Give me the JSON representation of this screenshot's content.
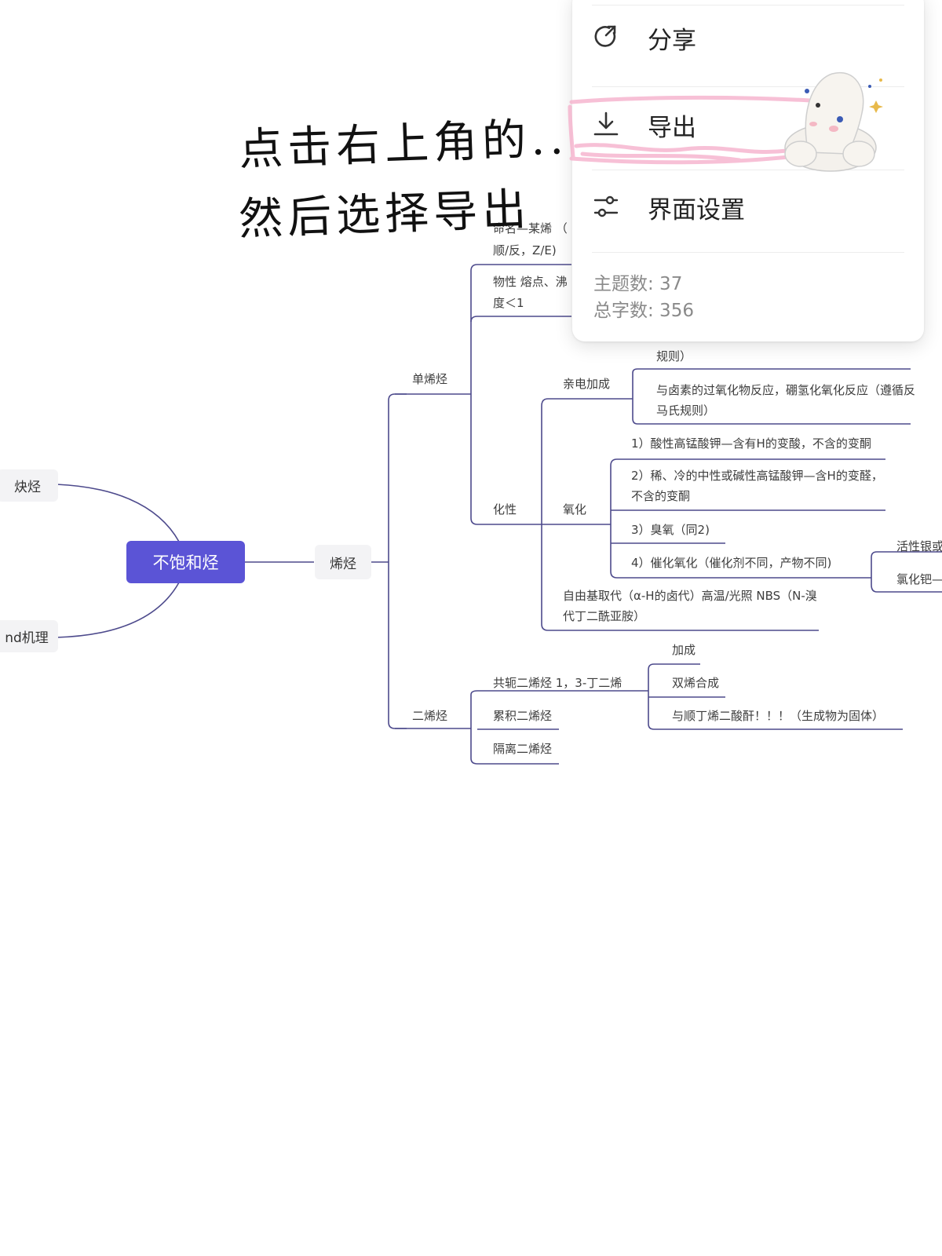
{
  "annotation": {
    "line1": "点击右上角的...",
    "line2": "然后选择导出",
    "highlight_color": "#f6b6cf"
  },
  "menu": {
    "items": [
      {
        "label": "分享",
        "icon": "share-icon"
      },
      {
        "label": "导出",
        "icon": "download-icon"
      },
      {
        "label": "界面设置",
        "icon": "sliders-icon"
      }
    ],
    "stats": {
      "topics": "主题数: 37",
      "words": "总字数: 356"
    }
  },
  "mindmap": {
    "root": "不饱和烃",
    "left": [
      "炔烃",
      "nd机理"
    ],
    "l1": "烯烃",
    "mono": {
      "label": "单烯烃",
      "naming": "命名—某烯 （",
      "naming2": "顺/反，Z/E)",
      "physical": "物性 熔点、沸",
      "physical2": "度＜1",
      "chem": "化性",
      "elec_add": "亲电加成",
      "elec_rule_tail": "规则）",
      "elec_item": "与卤素的过氧化物反应，硼氢化氧化反应（遵循反马氏规则）",
      "oxid": "氧化",
      "ox1": "1）酸性高锰酸钾—含有H的变酸，不含的变酮",
      "ox2": "2）稀、冷的中性或碱性高锰酸钾—含H的变醛，不含的变酮",
      "ox3": "3）臭氧（同2)",
      "ox4": "4）催化氧化（催化剂不同，产物不同)",
      "ox4a": "活性银或",
      "ox4b": "氯化钯—",
      "radical": "自由基取代（α-H的卤代）高温/光照 NBS（N-溴代丁二酰亚胺）"
    },
    "diene": {
      "label": "二烯烃",
      "conj": "共轭二烯烃 1，3-丁二烯",
      "add": "加成",
      "diels": "双烯合成",
      "maleic": "与顺丁烯二酸酐！！！（生成物为固体）",
      "cumul": "累积二烯烃",
      "isolated": "隔离二烯烃"
    },
    "colors": {
      "line": "#4d4a8c",
      "root": "#5b54d6"
    }
  }
}
